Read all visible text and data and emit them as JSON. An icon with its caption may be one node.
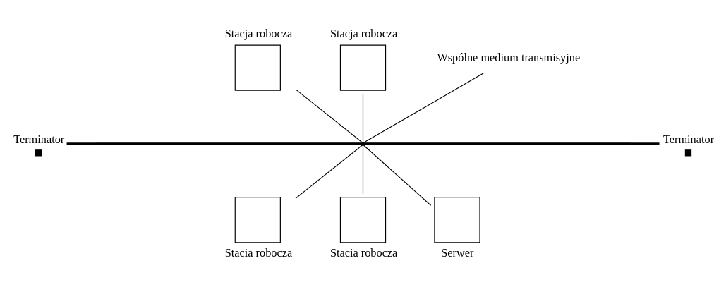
{
  "diagram": {
    "nodes": [
      {
        "text": [
          "Stacja robocza"
        ]
      },
      {
        "text": [
          "Stacja robocza"
        ]
      },
      {
        "text": [
          "Wspólne medium transmisyjne"
        ]
      },
      {
        "text": [
          "Terminator"
        ]
      },
      {
        "text": [],
        "shape": "bar"
      },
      {
        "text": [
          "Terminator"
        ]
      },
      {
        "text": [
          "Stacia robocza"
        ]
      },
      {
        "text": [
          "Stacia robocza"
        ]
      },
      {
        "text": [
          "Serwer"
        ]
      }
    ],
    "edges": [
      {
        "from": 3,
        "to": 4,
        "arrow": "none",
        "style": "thick"
      },
      {
        "from": 4,
        "to": 5,
        "arrow": "none",
        "style": "thick"
      },
      {
        "from": 0,
        "to": 4,
        "arrow": "none"
      },
      {
        "from": 1,
        "to": 4,
        "arrow": "none"
      },
      {
        "from": 2,
        "to": 4,
        "arrow": "none"
      },
      {
        "from": 4,
        "to": 6,
        "arrow": "none"
      },
      {
        "from": 4,
        "to": 7,
        "arrow": "none"
      },
      {
        "from": 4,
        "to": 8,
        "arrow": "none"
      }
    ]
  }
}
